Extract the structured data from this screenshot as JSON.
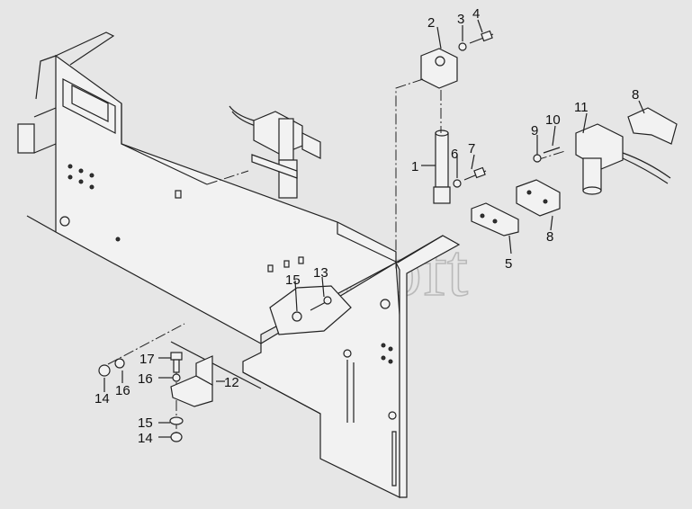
{
  "watermark": "AutoSoft",
  "labels": [
    {
      "id": "l1",
      "text": "1"
    },
    {
      "id": "l2",
      "text": "2"
    },
    {
      "id": "l3",
      "text": "3"
    },
    {
      "id": "l4",
      "text": "4"
    },
    {
      "id": "l5",
      "text": "5"
    },
    {
      "id": "l6",
      "text": "6"
    },
    {
      "id": "l7",
      "text": "7"
    },
    {
      "id": "l8a",
      "text": "8"
    },
    {
      "id": "l8b",
      "text": "8"
    },
    {
      "id": "l9",
      "text": "9"
    },
    {
      "id": "l10",
      "text": "10"
    },
    {
      "id": "l11",
      "text": "11"
    },
    {
      "id": "l12",
      "text": "12"
    },
    {
      "id": "l13",
      "text": "13"
    },
    {
      "id": "l14a",
      "text": "14"
    },
    {
      "id": "l14b",
      "text": "14"
    },
    {
      "id": "l15a",
      "text": "15"
    },
    {
      "id": "l15b",
      "text": "15"
    },
    {
      "id": "l16a",
      "text": "16"
    },
    {
      "id": "l16b",
      "text": "16"
    },
    {
      "id": "l17",
      "text": "17"
    }
  ]
}
